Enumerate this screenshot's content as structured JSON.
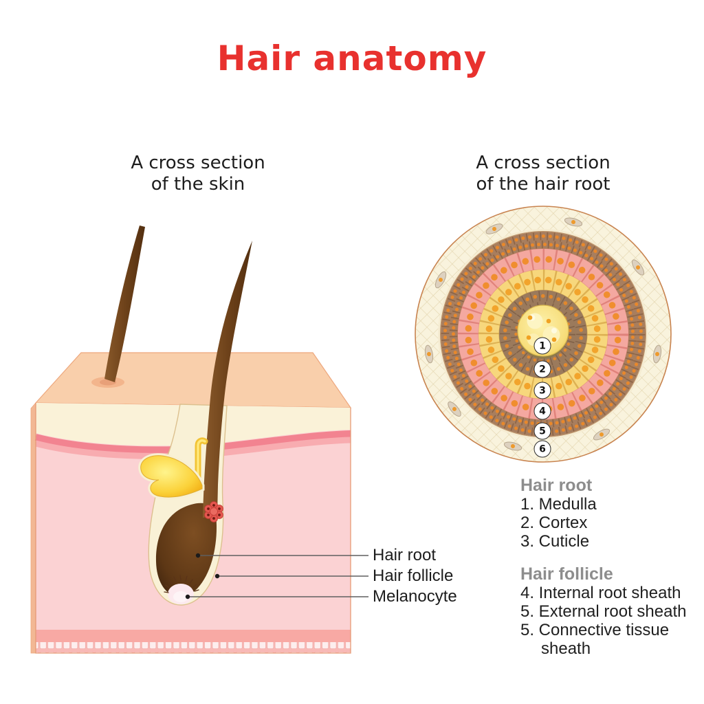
{
  "title": {
    "text": "Hair anatomy",
    "color": "#e8312e"
  },
  "left_panel": {
    "subtitle": [
      "A cross section",
      "of the skin"
    ],
    "labels": [
      "Hair root",
      "Hair follicle",
      "Melanocyte"
    ]
  },
  "right_panel": {
    "subtitle": [
      "A cross section",
      "of the hair root"
    ],
    "ring_numbers": [
      "1",
      "2",
      "3",
      "4",
      "5",
      "6"
    ]
  },
  "legend": {
    "hair_root": {
      "heading": "Hair root",
      "items": [
        "1. Medulla",
        "2. Cortex",
        "3. Cuticle"
      ]
    },
    "hair_follicle": {
      "heading": "Hair follicle",
      "items": [
        "4. Internal root sheath",
        "5. External root sheath",
        "5. Connective tissue sheath"
      ]
    }
  },
  "palette": {
    "title_red": "#e8312e",
    "legend_heading_gray": "#8d8d8d",
    "skin_top": "#f9cfab",
    "epidermis_cream": "#faf2d8",
    "dermis_pink": "#fbd2d3",
    "hair_brown": "#6e421a",
    "sebaceous_yellow": "#f2c335",
    "medulla_yellow": "#f5d96e",
    "cortex_brown": "#9b7a5c",
    "cuticle_yellow": "#f7d77c",
    "internal_sheath_pink": "#f4a8a0",
    "external_sheath_brown": "#a87e5e",
    "connective_tissue_cream": "#f9f3dd"
  }
}
